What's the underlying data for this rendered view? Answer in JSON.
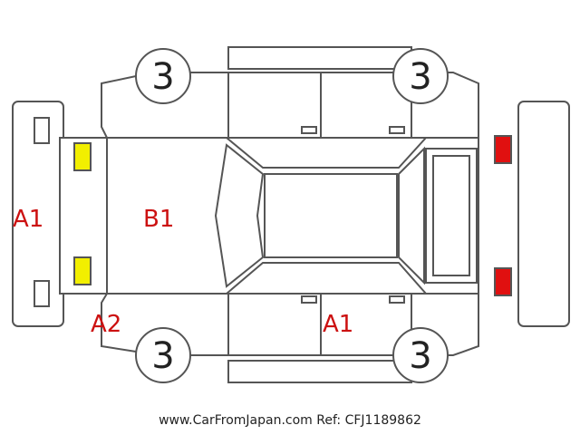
{
  "colors": {
    "line": "#555555",
    "code_text": "#cc1111",
    "lamp_front": "#f2ef00",
    "lamp_rear": "#e01010"
  },
  "wheels": {
    "front_top": "3",
    "rear_top": "3",
    "front_bottom": "3",
    "rear_bottom": "3"
  },
  "codes": {
    "front_bumper": "A1",
    "hood": "B1",
    "front_fender": "A2",
    "door": "A1"
  },
  "lamps": {
    "front": [
      "yellow",
      "yellow"
    ],
    "rear": [
      "red",
      "red"
    ]
  },
  "watermark": "www.CarFromJapan.com Ref: CFJ1189862"
}
